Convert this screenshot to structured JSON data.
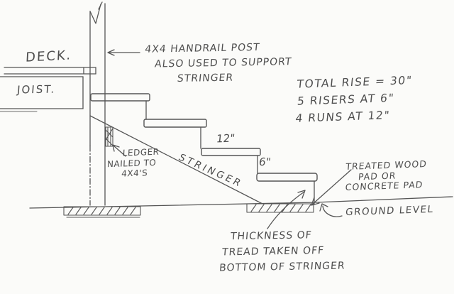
{
  "sketch": {
    "labels": {
      "deck": "DECK.",
      "joist": "JOIST.",
      "run_dim": "12\"",
      "rise_dim": "6\"",
      "stringer": "STRINGER",
      "ground": "GROUND LEVEL"
    },
    "notes": {
      "handrail": {
        "line1": "4X4 HANDRAIL POST",
        "line2": "ALSO USED TO SUPPORT",
        "line3": "STRINGER"
      },
      "rise": {
        "line1": "TOTAL RISE = 30\"",
        "line2": "5 RISERS AT 6\"",
        "line3": "4 RUNS AT 12\""
      },
      "ledger": {
        "line1": "LEDGER",
        "line2": "NAILED TO",
        "line3": "4X4'S"
      },
      "pad": {
        "line1": "TREATED WOOD",
        "line2": "PAD OR",
        "line3": "CONCRETE PAD"
      },
      "thickness": {
        "line1": "THICKNESS OF",
        "line2": "TREAD TAKEN OFF",
        "line3": "BOTTOM OF STRINGER"
      }
    },
    "stair_specs": {
      "total_rise": "30\"",
      "riser_count": 5,
      "riser_height": "6\"",
      "run_count": 4,
      "run_depth": "12\""
    },
    "colors": {
      "ink": "#555555",
      "paper": "#fbfbf9"
    }
  }
}
